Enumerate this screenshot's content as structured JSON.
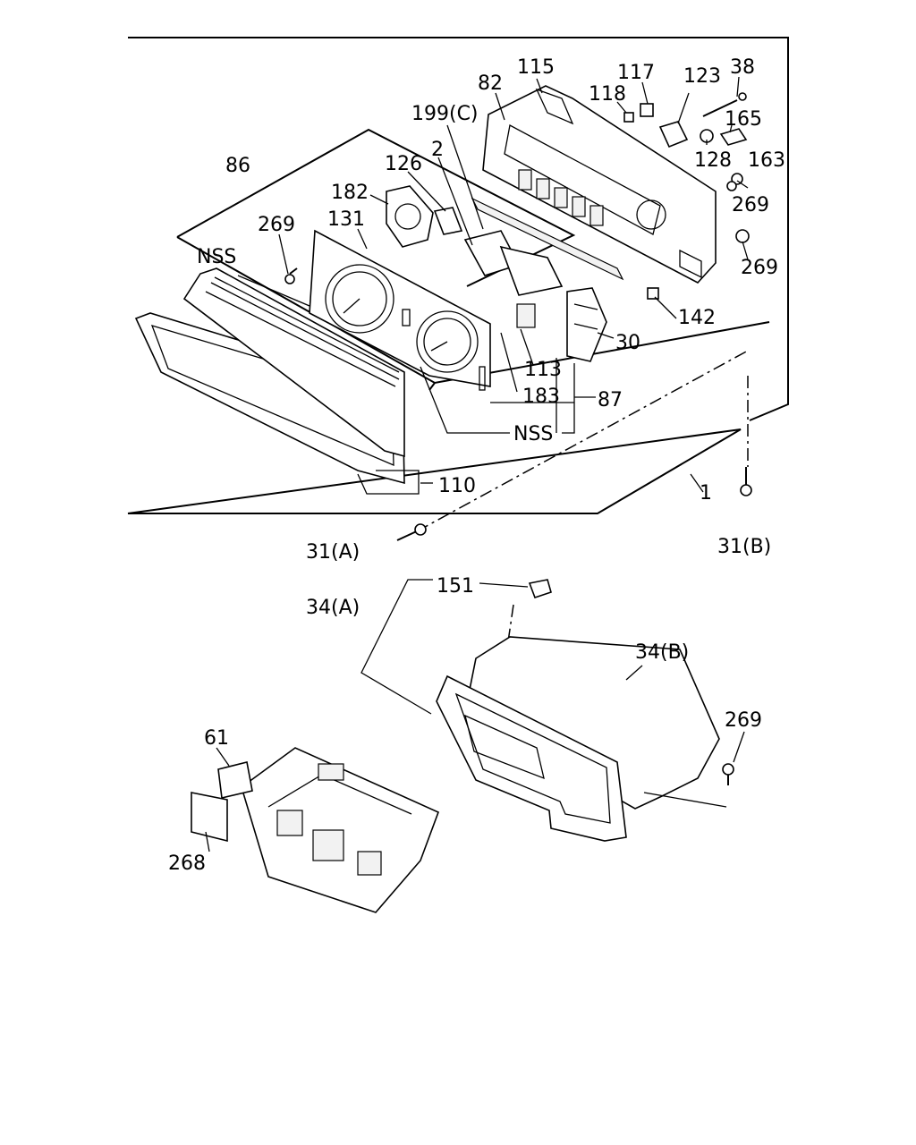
{
  "callouts": {
    "c115": "115",
    "c82": "82",
    "c117": "117",
    "c118": "118",
    "c123": "123",
    "c38": "38",
    "c165": "165",
    "c199c": "199(C)",
    "c2": "2",
    "c126": "126",
    "c86": "86",
    "c128": "128",
    "c163": "163",
    "c182": "182",
    "c269a": "269",
    "c269b": "269",
    "c269c": "269",
    "c269d": "269",
    "c131": "131",
    "c142": "142",
    "c30": "30",
    "c113": "113",
    "c183": "183",
    "c87": "87",
    "nss1": "NSS",
    "nss2": "NSS",
    "c110": "110",
    "c1": "1",
    "c31a": "31(A)",
    "c31b": "31(B)",
    "c151": "151",
    "c34a": "34(A)",
    "c34b": "34(B)",
    "c61": "61",
    "c268": "268"
  }
}
